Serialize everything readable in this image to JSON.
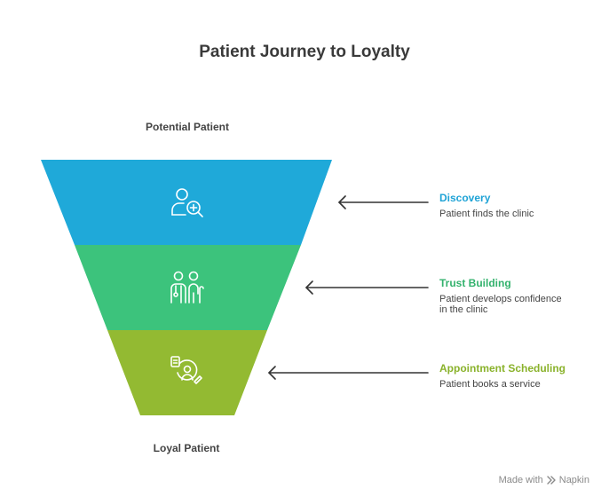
{
  "title": "Patient Journey to Loyalty",
  "top_label": "Potential Patient",
  "bottom_label": "Loyal Patient",
  "stages": [
    {
      "heading": "Discovery",
      "description": "Patient finds the clinic",
      "color": "#1fa9d9",
      "icon": "patient-search-icon"
    },
    {
      "heading": "Trust Building",
      "description": "Patient develops confidence in the clinic",
      "color": "#3cc37c",
      "icon": "doctor-patient-icon"
    },
    {
      "heading": "Appointment Scheduling",
      "description": "Patient books a service",
      "color": "#93ba32",
      "icon": "appointment-booking-icon"
    }
  ],
  "heading_colors": [
    "#1fa3d6",
    "#33b26d",
    "#8ab22b"
  ],
  "watermark": {
    "prefix": "Made with",
    "brand": "Napkin"
  }
}
